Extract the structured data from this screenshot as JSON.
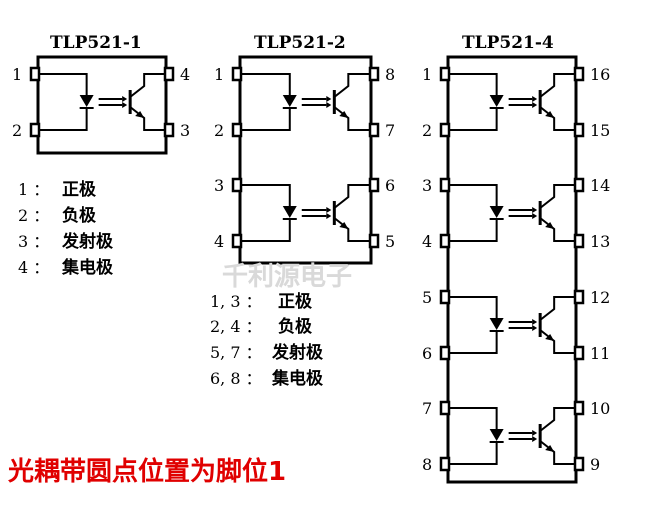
{
  "chips": [
    {
      "title": "TLP521-1",
      "left_pins": [
        "1",
        "2"
      ],
      "right_pins": [
        "4",
        "3"
      ]
    },
    {
      "title": "TLP521-2",
      "left_pins": [
        "1",
        "2",
        "3",
        "4"
      ],
      "right_pins": [
        "8",
        "7",
        "6",
        "5"
      ]
    },
    {
      "title": "TLP521-4",
      "left_pins": [
        "1",
        "2",
        "3",
        "4",
        "5",
        "6",
        "7",
        "8"
      ],
      "right_pins": [
        "16",
        "15",
        "14",
        "13",
        "12",
        "11",
        "10",
        "9"
      ]
    }
  ],
  "legend1": [
    {
      "num": "1 ：",
      "label": "正极"
    },
    {
      "num": "2 ：",
      "label": "负极"
    },
    {
      "num": "3 ：",
      "label": "发射极"
    },
    {
      "num": "4 ：",
      "label": "集电极"
    }
  ],
  "legend2": [
    {
      "num": "1, 3 ：",
      "label": "正极"
    },
    {
      "num": "2, 4 ：",
      "label": "负极"
    },
    {
      "num": "5, 7 ：",
      "label": "发射极"
    },
    {
      "num": "6, 8 ：",
      "label": "集电极"
    }
  ],
  "watermark": "千利源电子",
  "note": "光耦带圆点位置为脚位1"
}
